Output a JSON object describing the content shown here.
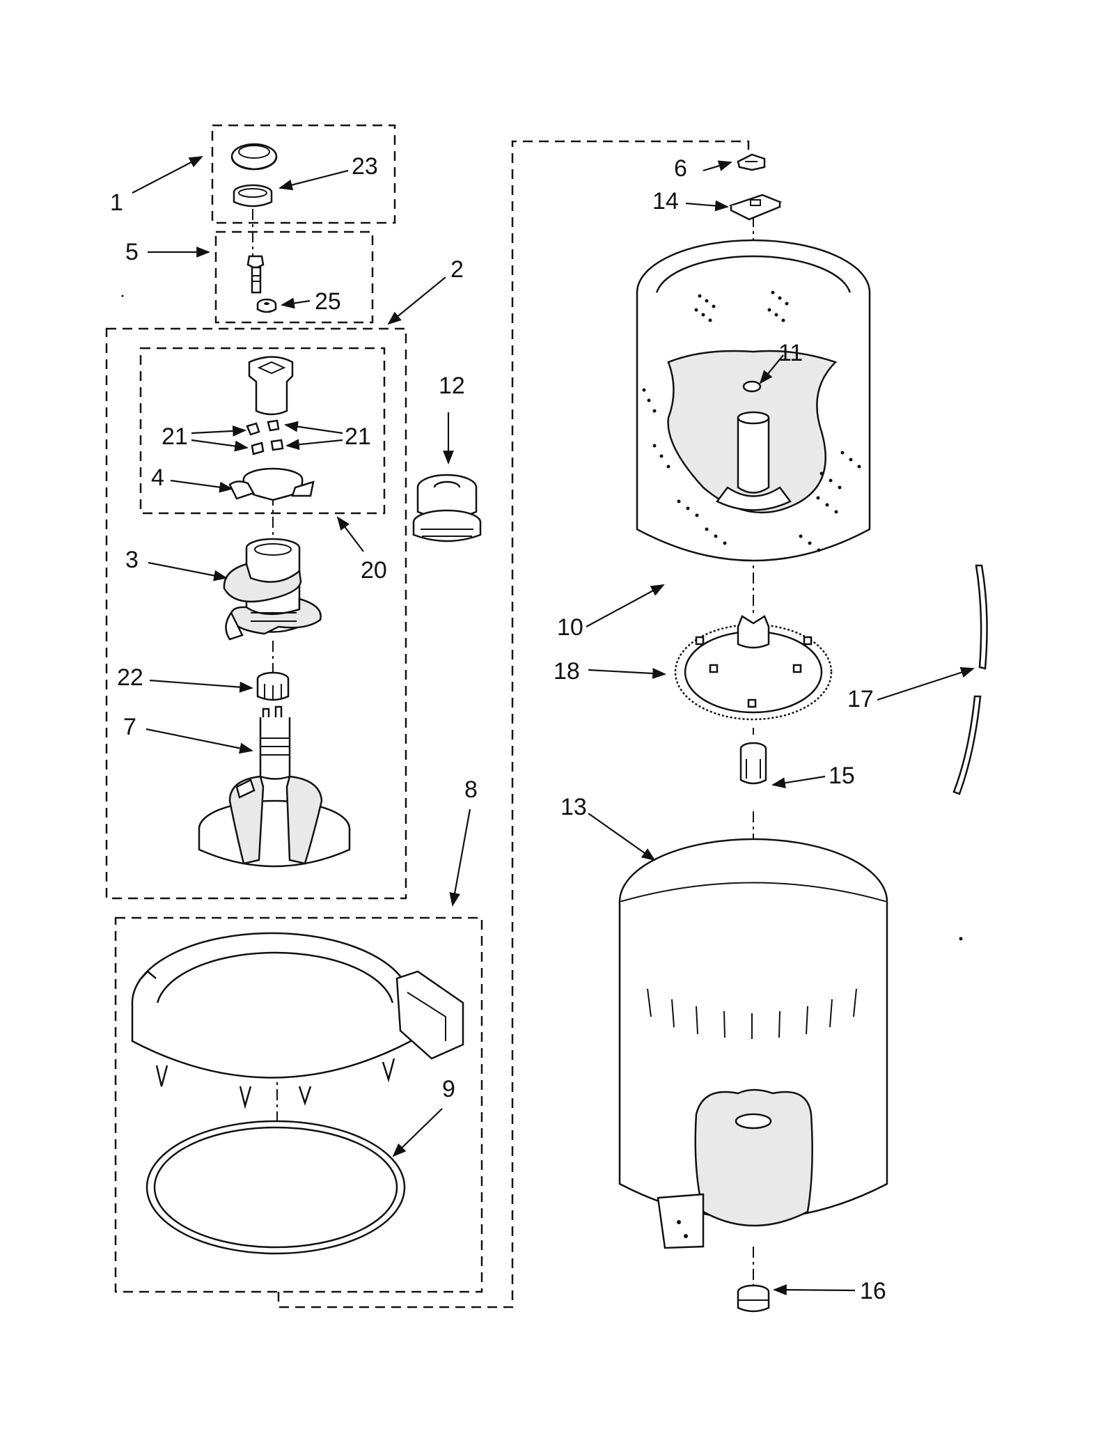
{
  "diagram": {
    "callouts": {
      "c1": "1",
      "c2": "2",
      "c3": "3",
      "c4": "4",
      "c5": "5",
      "c6": "6",
      "c7": "7",
      "c8": "8",
      "c9": "9",
      "c10": "10",
      "c11": "11",
      "c12": "12",
      "c13": "13",
      "c14": "14",
      "c15": "15",
      "c16": "16",
      "c17": "17",
      "c18": "18",
      "c20": "20",
      "c21a": "21",
      "c21b": "21",
      "c22": "22",
      "c23": "23",
      "c25": "25"
    }
  }
}
